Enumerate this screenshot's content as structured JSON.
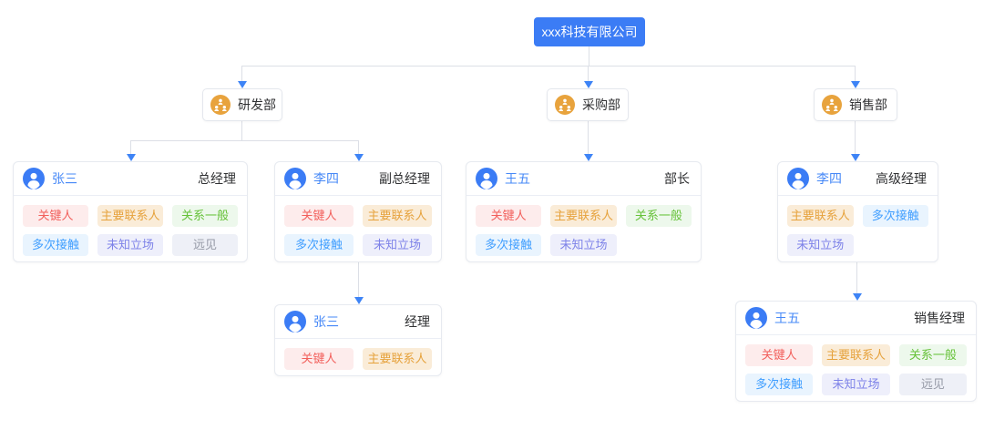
{
  "root": {
    "label": "xxx科技有限公司"
  },
  "departments": [
    {
      "label": "研发部"
    },
    {
      "label": "采购部"
    },
    {
      "label": "销售部"
    }
  ],
  "cards": [
    {
      "name": "张三",
      "title": "总经理",
      "tags": [
        {
          "label": "关键人",
          "type": "danger"
        },
        {
          "label": "主要联系人",
          "type": "warning"
        },
        {
          "label": "关系一般",
          "type": "success"
        },
        {
          "label": "多次接触",
          "type": "primary"
        },
        {
          "label": "未知立场",
          "type": "purple"
        },
        {
          "label": "远见",
          "type": "info"
        }
      ]
    },
    {
      "name": "李四",
      "title": "副总经理",
      "tags": [
        {
          "label": "关键人",
          "type": "danger"
        },
        {
          "label": "主要联系人",
          "type": "warning"
        },
        {
          "label": "多次接触",
          "type": "primary"
        },
        {
          "label": "未知立场",
          "type": "purple"
        }
      ]
    },
    {
      "name": "王五",
      "title": "部长",
      "tags": [
        {
          "label": "关键人",
          "type": "danger"
        },
        {
          "label": "主要联系人",
          "type": "warning"
        },
        {
          "label": "关系一般",
          "type": "success"
        },
        {
          "label": "多次接触",
          "type": "primary"
        },
        {
          "label": "未知立场",
          "type": "purple"
        }
      ]
    },
    {
      "name": "李四",
      "title": "高级经理",
      "tags": [
        {
          "label": "主要联系人",
          "type": "warning"
        },
        {
          "label": "多次接触",
          "type": "primary"
        },
        {
          "label": "未知立场",
          "type": "purple"
        }
      ]
    },
    {
      "name": "张三",
      "title": "经理",
      "tags": [
        {
          "label": "关键人",
          "type": "danger"
        },
        {
          "label": "主要联系人",
          "type": "warning"
        }
      ]
    },
    {
      "name": "王五",
      "title": "销售经理",
      "tags": [
        {
          "label": "关键人",
          "type": "danger"
        },
        {
          "label": "主要联系人",
          "type": "warning"
        },
        {
          "label": "关系一般",
          "type": "success"
        },
        {
          "label": "多次接触",
          "type": "primary"
        },
        {
          "label": "未知立场",
          "type": "purple"
        },
        {
          "label": "远见",
          "type": "info"
        }
      ]
    }
  ],
  "colors": {
    "root_blue": "#3b7cf5",
    "arrow_blue": "#3e84f6",
    "line_gray": "#dcdfe6",
    "icon_orange": "#e8a33d",
    "name_blue": "#4688f7",
    "title_dark": "#303133",
    "tag_types": {
      "danger": {
        "text": "#f2605c",
        "bg": "#fdecec"
      },
      "warning": {
        "text": "#e6a23c",
        "bg": "#faecd8"
      },
      "success": {
        "text": "#67c23a",
        "bg": "#edf8ec"
      },
      "primary": {
        "text": "#409eff",
        "bg": "#e9f4fe"
      },
      "purple": {
        "text": "#7d82e8",
        "bg": "#eeeffb"
      },
      "info": {
        "text": "#9498a5",
        "bg": "#eef0f7"
      }
    }
  }
}
